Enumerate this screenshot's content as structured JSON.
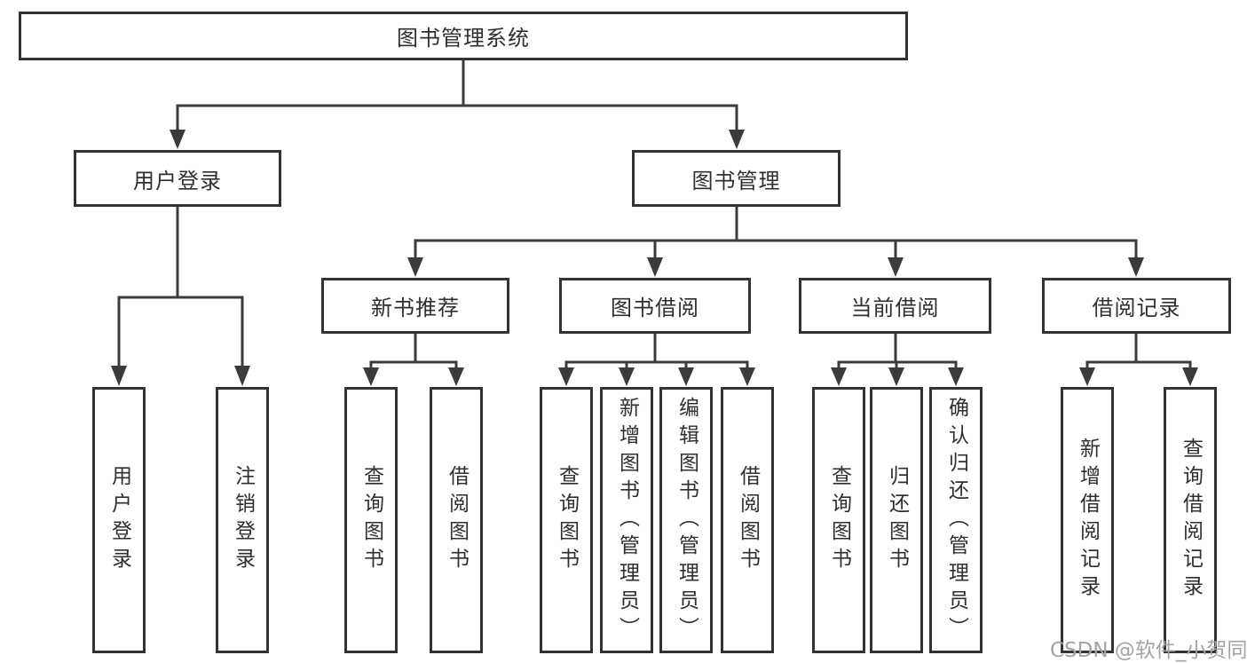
{
  "tree": {
    "label": "图书管理系统",
    "children": [
      {
        "label": "用户登录",
        "children": [
          {
            "label": "用户登录"
          },
          {
            "label": "注销登录"
          }
        ]
      },
      {
        "label": "图书管理",
        "children": [
          {
            "label": "新书推荐",
            "children": [
              {
                "label": "查询图书"
              },
              {
                "label": "借阅图书"
              }
            ]
          },
          {
            "label": "图书借阅",
            "children": [
              {
                "label": "查询图书"
              },
              {
                "label": "新增图书（管理员）"
              },
              {
                "label": "编辑图书（管理员）"
              },
              {
                "label": "借阅图书"
              }
            ]
          },
          {
            "label": "当前借阅",
            "children": [
              {
                "label": "查询图书"
              },
              {
                "label": "归还图书"
              },
              {
                "label": "确认归还（管理员）"
              }
            ]
          },
          {
            "label": "借阅记录",
            "children": [
              {
                "label": "新增借阅记录"
              },
              {
                "label": "查询借阅记录"
              }
            ]
          }
        ]
      }
    ]
  },
  "watermark": {
    "text": "CSDN @软件_小贺同学"
  },
  "colors": {
    "line": "#3b3b3b",
    "box_border": "#333333",
    "text": "#2f2f2f",
    "watermark": "#a3a3a3",
    "background": "#ffffff"
  }
}
